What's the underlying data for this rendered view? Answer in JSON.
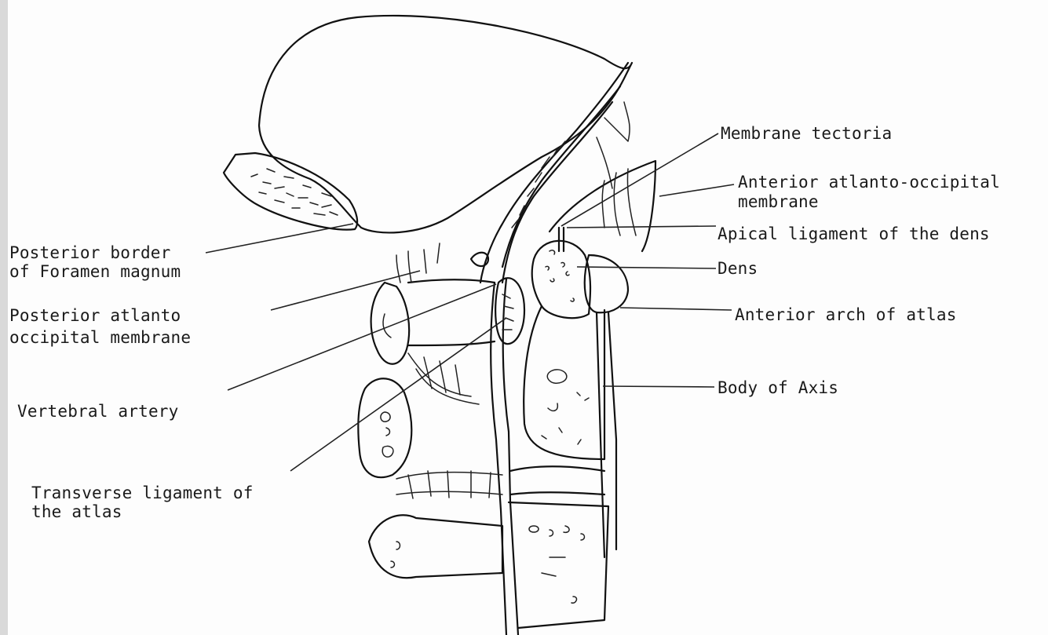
{
  "colors": {
    "ink": "#111111",
    "paper": "#fdfdfd"
  },
  "labels": {
    "membrane_tectoria": "Membrane tectoria",
    "anterior_atlanto_occipital_1": "Anterior atlanto-occipital",
    "anterior_atlanto_occipital_2": "membrane",
    "apical_ligament": "Apical ligament of the dens",
    "dens": "Dens",
    "anterior_arch": "Anterior arch of atlas",
    "body_of_axis": "Body of Axis",
    "posterior_border_1": "Posterior border",
    "posterior_border_2": "of Foramen magnum",
    "posterior_atlanto_1": "Posterior atlanto",
    "posterior_atlanto_2": "occipital membrane",
    "vertebral_artery": "Vertebral artery",
    "transverse_ligament_1": "Transverse ligament of",
    "transverse_ligament_2": "the atlas"
  }
}
